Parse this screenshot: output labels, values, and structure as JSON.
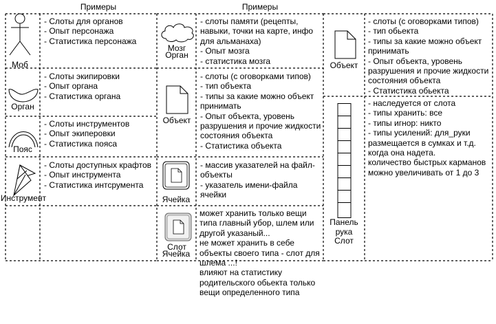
{
  "headers": {
    "left": "Примеры",
    "right": "Примеры"
  },
  "left_table": [
    {
      "label": "Моб",
      "icon": "stick-figure-icon",
      "text": "- Слоты для органов\n- Опыт персонажа\n- Статистика персонажа"
    },
    {
      "label": "Орган",
      "icon": "organ-shape-icon",
      "text": "- Слоты экипировки\n- Опыт органа\n- Статистика органа"
    },
    {
      "label": "Пояс",
      "icon": "belt-arc-icon",
      "text": "- Слоты инструментов\n- Опыт экиперовки\n- Статистика пояса"
    },
    {
      "label": "Инструмент",
      "icon": "tool-shape-icon",
      "text": "- Слоты доступных крафтов\n- Опыт инструмента\n- Статистика интсрумента"
    }
  ],
  "middle_table": [
    {
      "labels": [
        "Мозг",
        "Орган"
      ],
      "icon": "cloud-icon",
      "text": "- слоты памяти (рецепты,\nнавыки, точки на карте, инфо\nдля альманаха)\n- Опыт мозга\n- статистика мозга"
    },
    {
      "labels": [
        "Объект"
      ],
      "icon": "document-icon",
      "text": "- слоты (с оговорками типов)\n- тип объекта\n- типы за какие можно объект\nпринимать\n- Опыт объекта, уровень\nразрушения и прочие жидкости\nсостояния объекта\n- Статистика объекта"
    },
    {
      "labels": [
        "Ячейка"
      ],
      "icon": "cell-document-icon",
      "text": "- массив указателей на файл-\nобъекты\n- указатель имени-файла\nячейки"
    },
    {
      "labels": [
        "Слот",
        "Ячейка"
      ],
      "icon": "slot-document-icon",
      "text": "может хранить только вещи\nтипа главный убор, шлем или\nдругой указаный...\nне может хранить в себе\nобъекты своего типа - слот для\nшлема ...!\nвлияют на статистику\nродительского обьекта только\nвещи определенного типа"
    }
  ],
  "right_table": [
    {
      "labels": [
        "Объект"
      ],
      "icon": "document-icon",
      "text": "- слоты (с оговорками типов)\n- тип обьекта\n- типы за какие можно объект\nпринимать\n- Опыт объекта, уровень\nразрушения и прочие жидкости\nсостояния объекта\n- Статистика обьекта"
    },
    {
      "labels": [
        "Панель",
        "рука",
        "Слот"
      ],
      "icon": "panel-column-icon",
      "text": "- наследуется от слота\n- типы хранить: все\n- типы игнор: никто\n- типы усилений: для_руки\nразмещается в сумках и т.д.\nкогда она надета.\nколичество быстрых карманов\nможно увеличивать от 1 до 3"
    }
  ]
}
